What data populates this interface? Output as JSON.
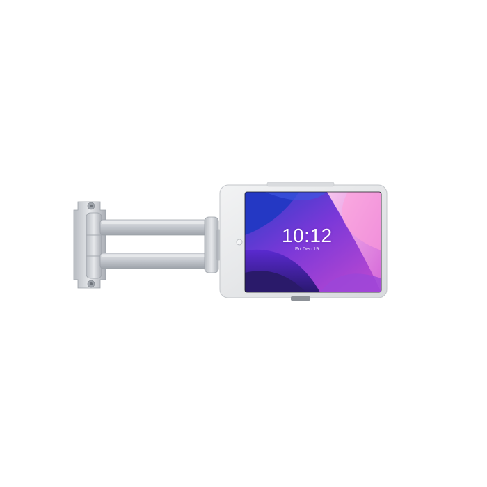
{
  "product": {
    "name_icon": "tablet-wall-mount-arm",
    "metal_color": "#c9cdd3",
    "metal_dark": "#9ca1a8",
    "bezel_color": "#ebecee"
  },
  "tablet": {
    "lock_screen": {
      "time": "10:12",
      "date": "Fri Dec 19"
    },
    "wallpaper_colors": [
      "#3b4bd8",
      "#8a3fe0",
      "#c84fd0",
      "#f2b4e8",
      "#2a1a6a"
    ]
  }
}
